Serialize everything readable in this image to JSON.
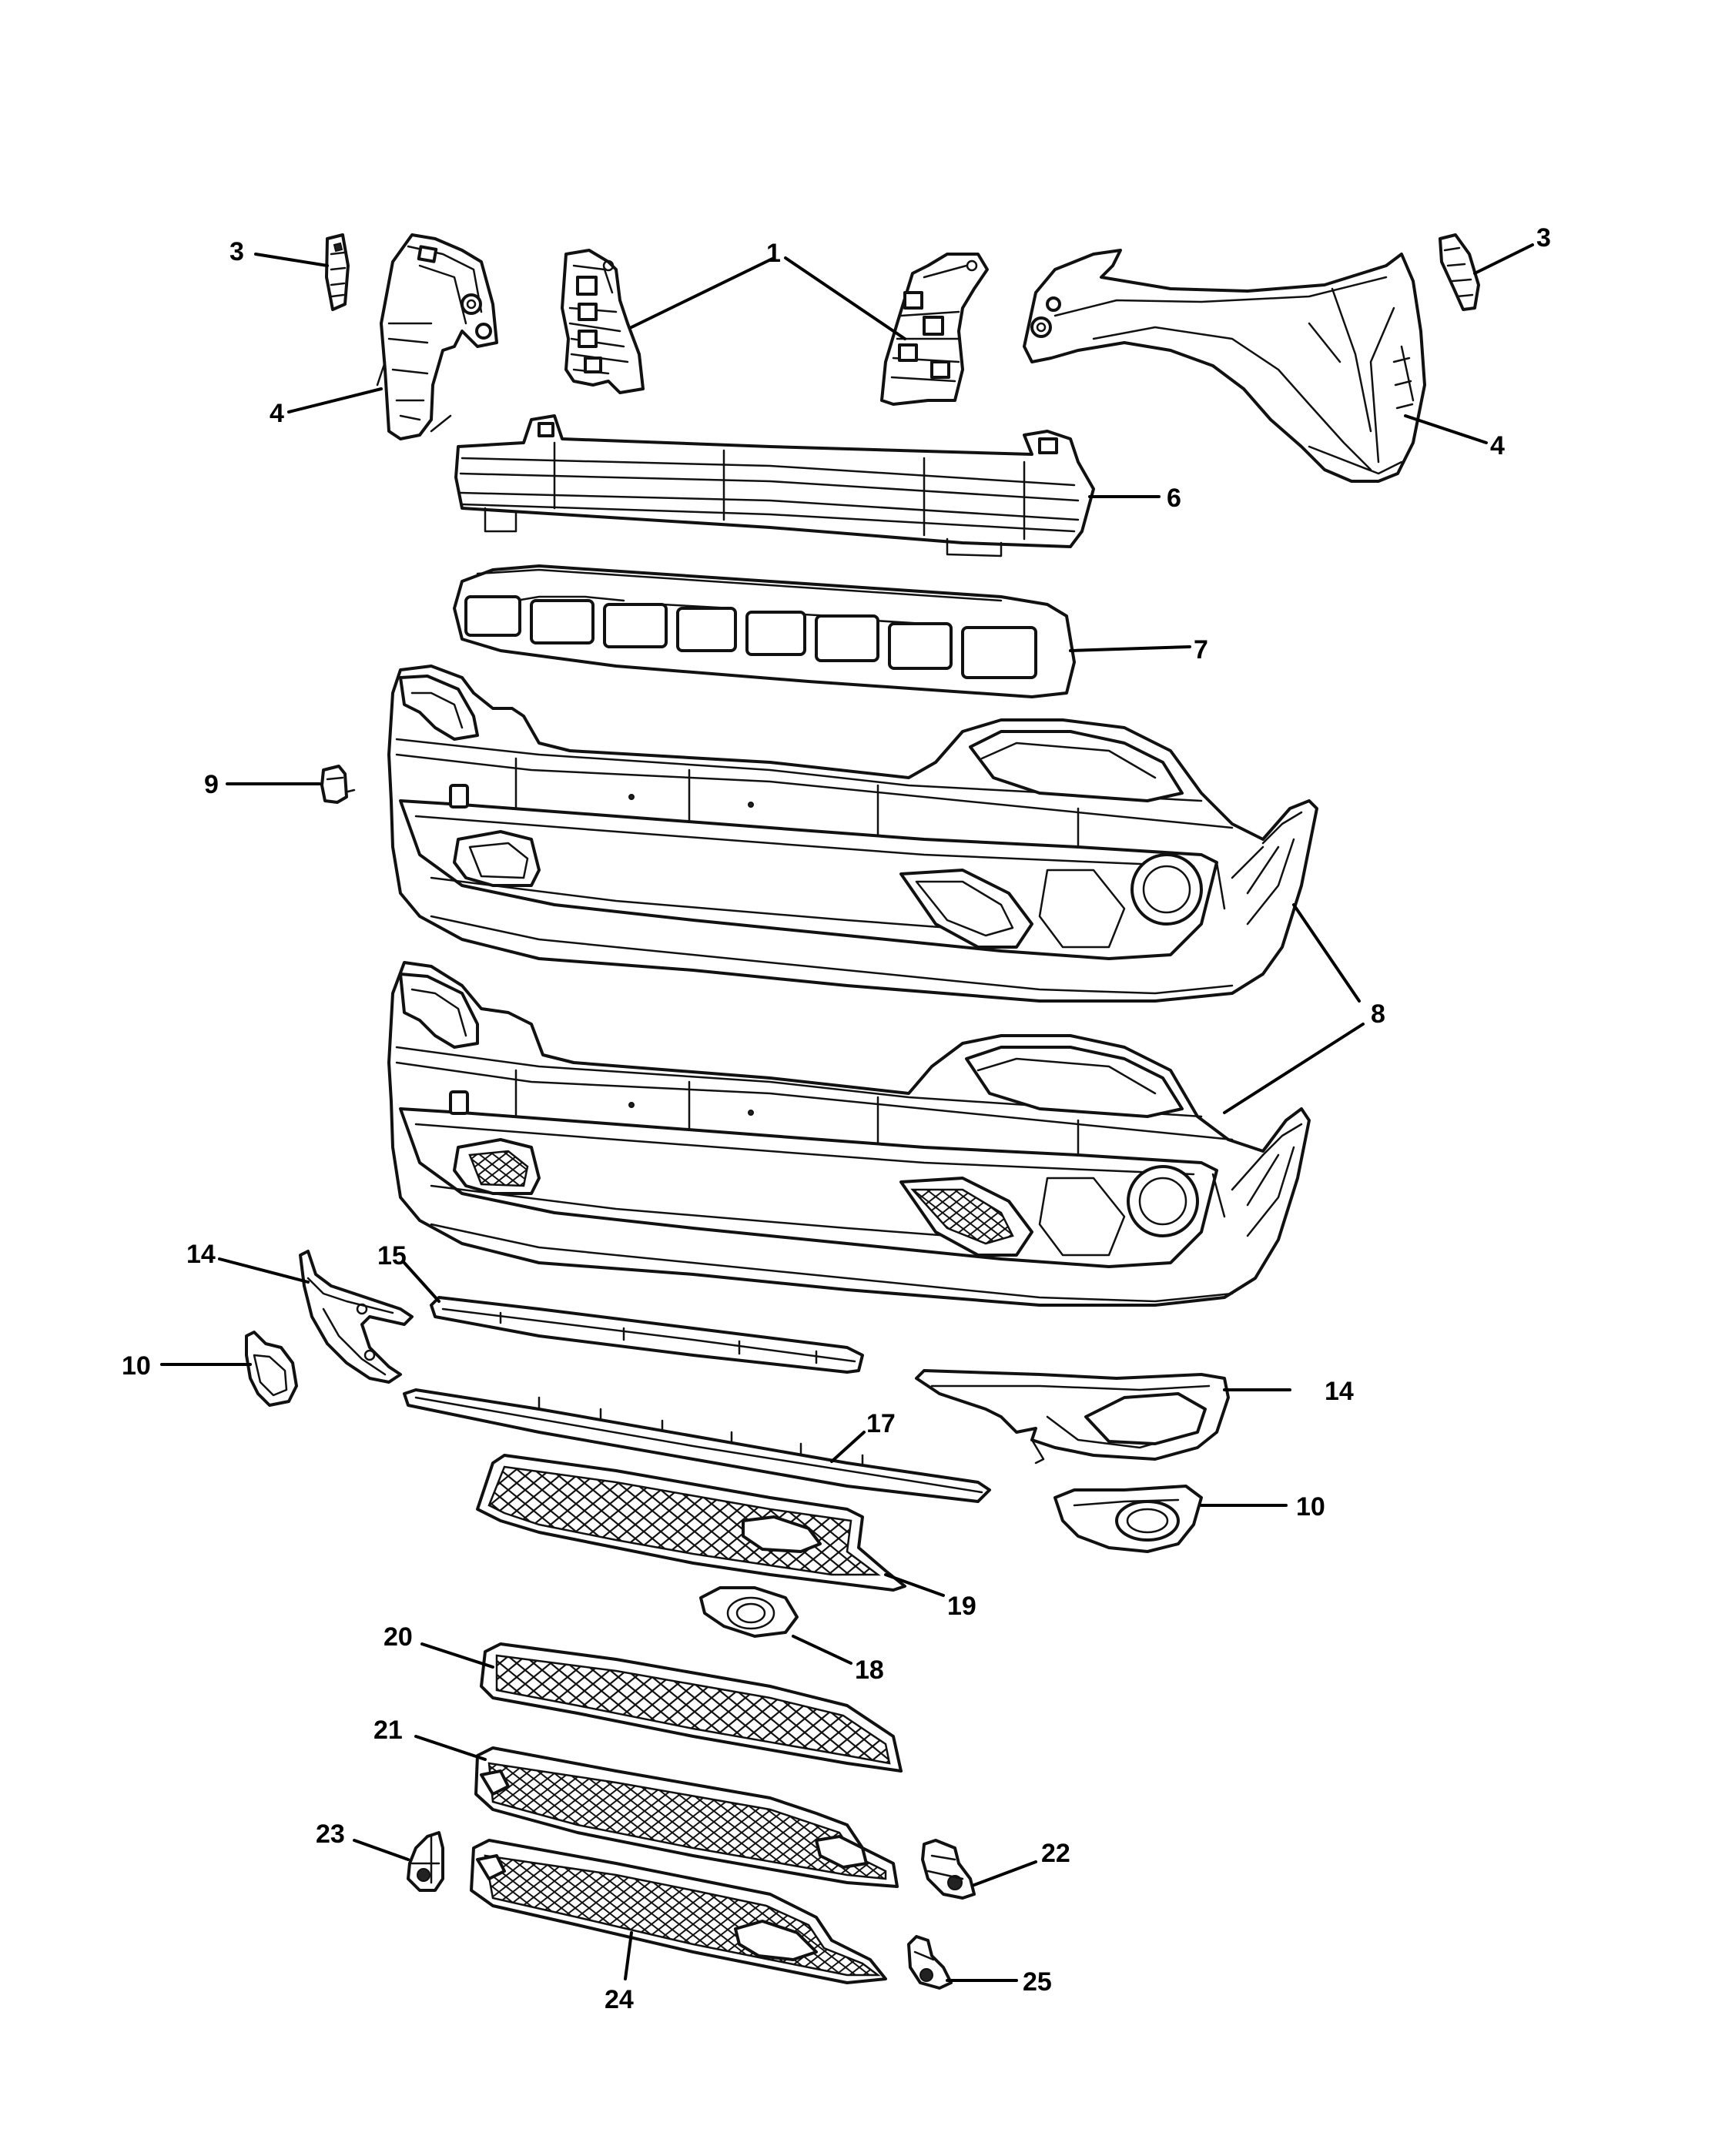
{
  "callouts": {
    "c1": "1",
    "c3": "3",
    "c4": "4",
    "c6": "6",
    "c7": "7",
    "c8": "8",
    "c9": "9",
    "c10": "10",
    "c14": "14",
    "c15": "15",
    "c17": "17",
    "c18": "18",
    "c19": "19",
    "c20": "20",
    "c21": "21",
    "c22": "22",
    "c23": "23",
    "c24": "24",
    "c25": "25"
  }
}
